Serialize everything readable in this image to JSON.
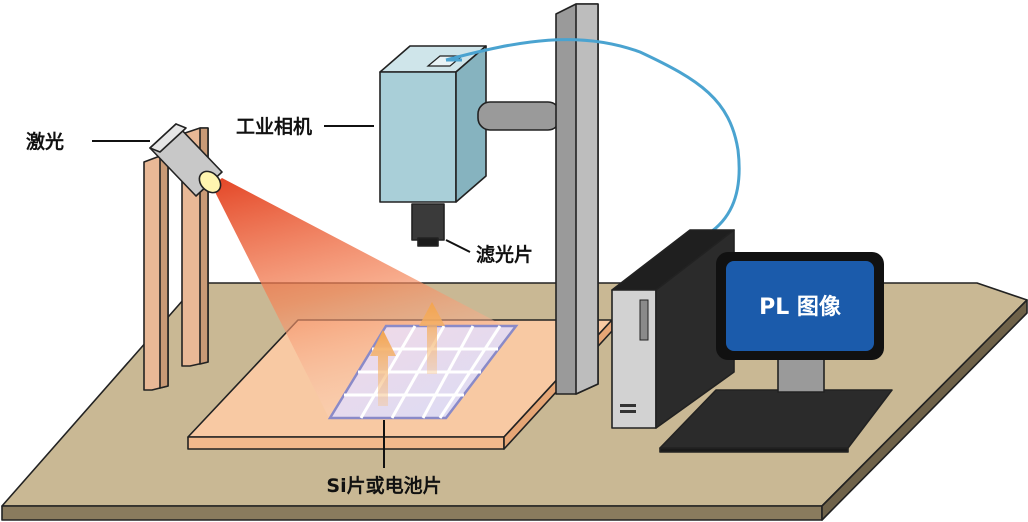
{
  "labels": {
    "laser": "激光",
    "camera": "工业相机",
    "filter": "滤光片",
    "sample": "Si片或电池片",
    "screen": "PL 图像"
  },
  "colors": {
    "table_top": "#c9b894",
    "table_front": "#8a7b5e",
    "sample_pad": "#f8c9a3",
    "laser_beam": "#e8532a",
    "camera_body": "#a9cfd8",
    "pole": "#9a9a9a",
    "cable": "#4aa3d0",
    "pc_case": "#2b2b2b",
    "screen": "#1b5bab",
    "post": "#e8b896",
    "cell_grid": "#b0b0e0",
    "arrow": "#f4b46a"
  }
}
